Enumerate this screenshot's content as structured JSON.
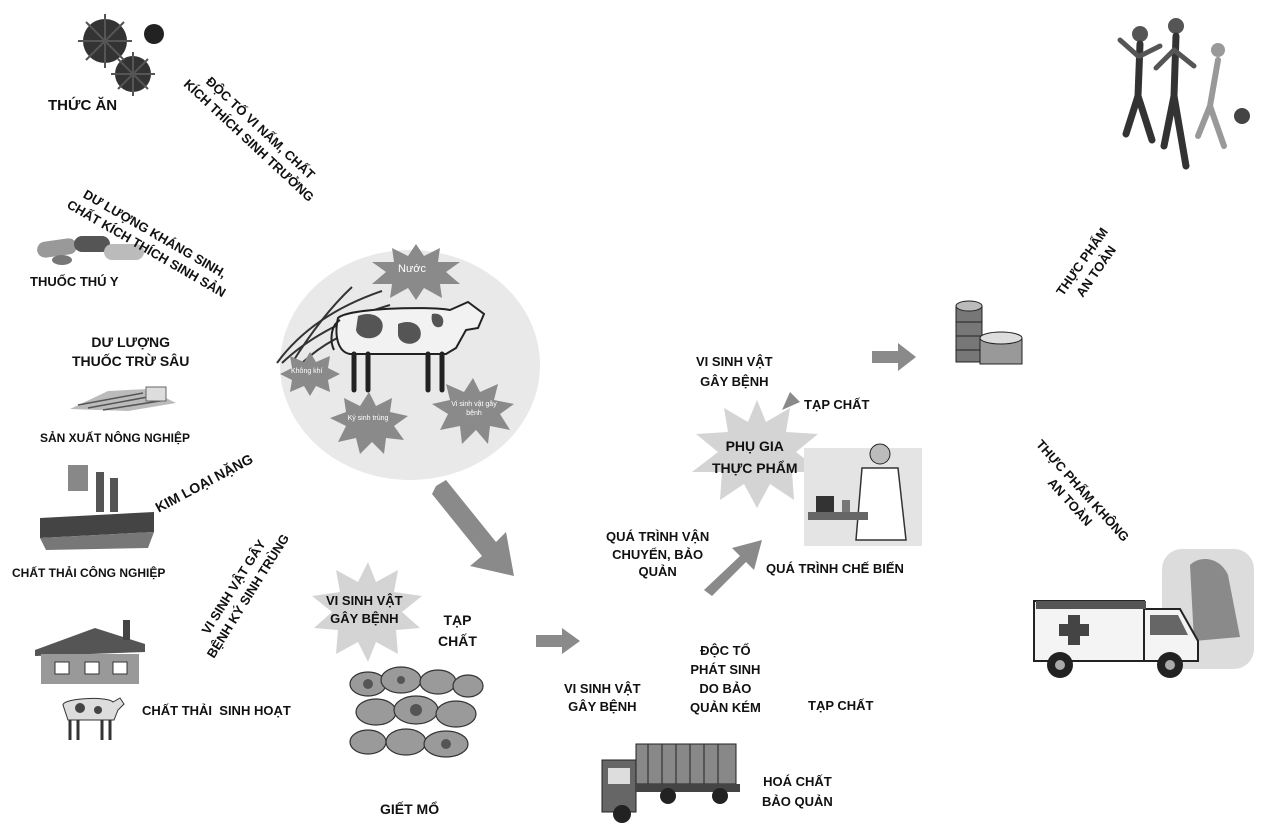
{
  "sources": {
    "food": "THỨC ĂN",
    "food_hazard_1": "ĐỘC TỐ VI NẤM, CHẤT",
    "food_hazard_2": "KÍCH THÍCH SINH TRƯỞNG",
    "vet_hazard_1": "DƯ LƯỢNG KHÁNG SINH,",
    "vet_hazard_2": "CHẤT KÍCH THÍCH SINH SẢN",
    "vet_drug": "THUỐC THÚ Y",
    "pesticide_1": "DƯ LƯỢNG",
    "pesticide_2": "THUỐC TRỪ SÂU",
    "agriculture": "SẢN XUẤT NÔNG NGHIỆP",
    "heavy_metal": "KIM LOẠI NẶNG",
    "industrial_waste": "CHẤT THẢI CÔNG NGHIỆP",
    "microbe_parasite_1": "VI SINH VẬT GÂY",
    "microbe_parasite_2": "BỆNH KÝ SINH TRÙNG",
    "domestic_waste": "CHẤT THẢI  SINH HOẠT"
  },
  "cow_scene": {
    "water": "Nước",
    "burst_small_1": "Ký sinh trùng",
    "burst_small_2": "Vi sinh vật gây bệnh",
    "burst_small_3": "Không khí"
  },
  "slaughter": {
    "pathogen_1": "VI SINH VẬT",
    "pathogen_2": "GÂY BỆNH",
    "impurity_1": "TẠP",
    "impurity_2": "CHẤT",
    "label": "GIẾT MỔ"
  },
  "transport": {
    "stage_1": "QUÁ TRÌNH VẬN",
    "stage_2": "CHUYỂN, BẢO",
    "stage_3": "QUẢN",
    "pathogen_1": "VI SINH VẬT",
    "pathogen_2": "GÂY BỆNH",
    "toxin_1": "ĐỘC TỐ",
    "toxin_2": "PHÁT SINH",
    "toxin_3": "DO BẢO",
    "toxin_4": "QUẢN KÉM",
    "impurity": "TẠP CHẤT",
    "chem_1": "HOÁ CHẤT",
    "chem_2": "BẢO QUẢN"
  },
  "processing": {
    "pathogen_1": "VI SINH VẬT",
    "pathogen_2": "GÂY BỆNH",
    "impurity": "TẠP CHẤT",
    "additive_1": "PHỤ GIA",
    "additive_2": "THỰC PHẨM",
    "stage": "QUÁ TRÌNH CHẾ BIẾN"
  },
  "outcomes": {
    "safe_1": "THỰC PHẨM",
    "safe_2": "AN TOÀN",
    "unsafe_1": "THỰC PHẨM KHÔNG",
    "unsafe_2": "AN TOÀN"
  }
}
